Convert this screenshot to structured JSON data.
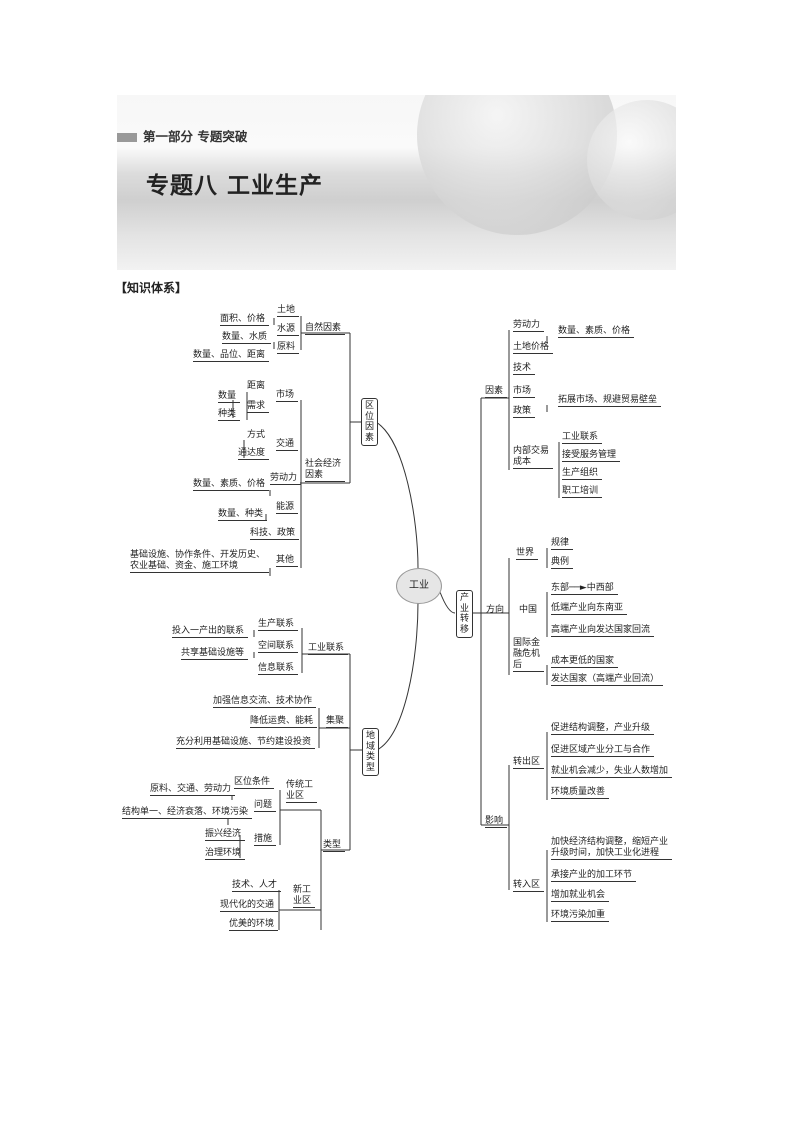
{
  "header": {
    "section": "第一部分  专题突破",
    "title": "专题八  工业生产"
  },
  "knowledge_label": "【知识体系】",
  "center": "工业",
  "branches": {
    "location": "区位因素",
    "regional": "地域类型",
    "transfer": "产业转移"
  },
  "nodes": [
    "土地",
    "面积、价格",
    "水源",
    "数量、水质",
    "原料",
    "数量、品位、距离",
    "自然因素",
    "距离",
    "市场",
    "数量",
    "需求",
    "种类",
    "方式",
    "交通",
    "通达度",
    "社会经济\n因素",
    "劳动力",
    "数量、素质、价格",
    "能源",
    "数量、种类",
    "科技、政策",
    "其他",
    "基础设施、协作条件、开发历史、\n农业基础、资金、施工环境",
    "生产联系",
    "投入一产出的联系",
    "空间联系",
    "工业联系",
    "共享基础设施等",
    "信息联系",
    "加强信息交流、技术协作",
    "降低运费、能耗",
    "集聚",
    "充分利用基础设施、节约建设投资",
    "区位条件",
    "原料、交通、劳动力",
    "传统工\n业区",
    "问题",
    "结构单一、经济衰落、环境污染",
    "振兴经济",
    "措施",
    "治理环境",
    "类型",
    "技术、人才",
    "新工\n业区",
    "现代化的交通",
    "优美的环境",
    "劳动力",
    "数量、素质、价格",
    "土地价格",
    "技术",
    "因素",
    "市场",
    "拓展市场、规避贸易壁垒",
    "政策",
    "内部交易\n成本",
    "工业联系",
    "接受服务管理",
    "生产组织",
    "职工培训",
    "世界",
    "规律",
    "典例",
    "东部──►中西部",
    "方向",
    "中国",
    "低端产业向东南亚",
    "高端产业向发达国家回流",
    "国际金\n融危机\n后",
    "成本更低的国家",
    "发达国家（高端产业回流）",
    "促进结构调整，产业升级",
    "促进区域产业分工与合作",
    "转出区",
    "就业机会减少，失业人数增加",
    "环境质量改善",
    "影响",
    "加快经济结构调整，缩短产业\n升级时间，加快工业化进程",
    "承接产业的加工环节",
    "转入区",
    "增加就业机会",
    "环境污染加重"
  ]
}
